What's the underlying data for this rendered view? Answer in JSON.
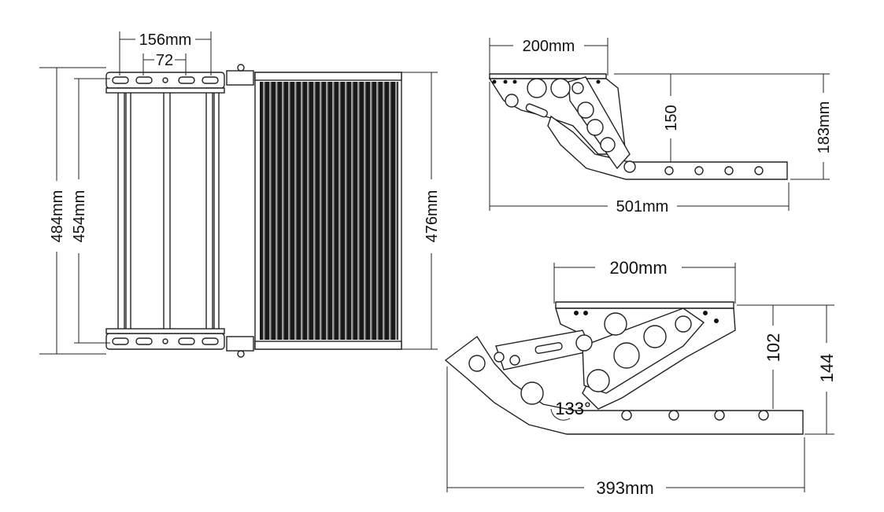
{
  "top_view": {
    "outer_width": "156mm",
    "hole_pitch": "72",
    "overall_length": "484mm",
    "frame_length": "454mm",
    "step_length": "476mm"
  },
  "side_view_retracted": {
    "tread_depth": "200mm",
    "drop": "150",
    "height": "183mm",
    "length": "501mm"
  },
  "side_view_extended": {
    "tread_depth": "200mm",
    "drop": "102",
    "height": "144",
    "angle": "133°",
    "length": "393mm"
  }
}
